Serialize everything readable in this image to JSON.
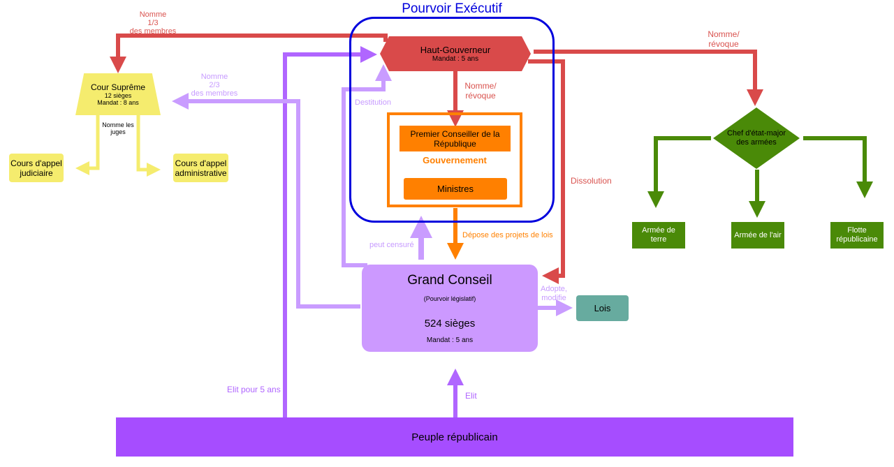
{
  "executive_title": "Pourvoir Exécutif",
  "haut_gouverneur": {
    "name": "Haut-Gouverneur",
    "term": "Mandat : 5 ans"
  },
  "premier_conseiller": "Premier Conseiller de la République",
  "gouvernement": "Gouvernement",
  "ministres": "Ministres",
  "cour_supreme": {
    "name": "Cour Suprême",
    "seats": "12 sièges",
    "term": "Mandat : 8 ans"
  },
  "cours_appel_judiciaire": "Cours d'appel judiciaire",
  "cours_appel_administrative": "Cours d'appel administrative",
  "chef_etat_major": "Chef d'état-major des armées",
  "armee_terre": "Armée de terre",
  "armee_air": "Armée de l'air",
  "flotte": "Flotte républicaine",
  "grand_conseil": {
    "name": "Grand Conseil",
    "subtitle": "(Pourvoir législatif)",
    "seats": "524 sièges",
    "term": "Mandat : 5 ans"
  },
  "lois": "Lois",
  "peuple": "Peuple républicain",
  "labels": {
    "nomme_tiers": [
      "Nomme",
      "1/3",
      "des membres"
    ],
    "nomme_deux_tiers": [
      "Nomme",
      "2/3",
      "des membres"
    ],
    "nomme_revoque_right": [
      "Nomme/",
      "révoque"
    ],
    "nomme_revoque_center": [
      "Nomme/",
      "révoque"
    ],
    "nomme_juges": [
      "Nomme les",
      "juges"
    ],
    "destitution": "Destitution",
    "dissolution": "Dissolution",
    "peut_censure": "peut censuré",
    "depose": "Dépose des projets de lois",
    "adopte": [
      "Adopte,",
      "modifie"
    ],
    "elit_5ans": "Elit pour 5 ans",
    "elit": "Elit"
  },
  "colors": {
    "executive_border": "#0000dd",
    "red": "#d94a4a",
    "orange": "#ff8000",
    "purple": "#b066ff",
    "light_purple": "#c99cff",
    "yellow": "#f5ec6e",
    "green": "#4a8a08",
    "teal": "#67ab9f"
  }
}
